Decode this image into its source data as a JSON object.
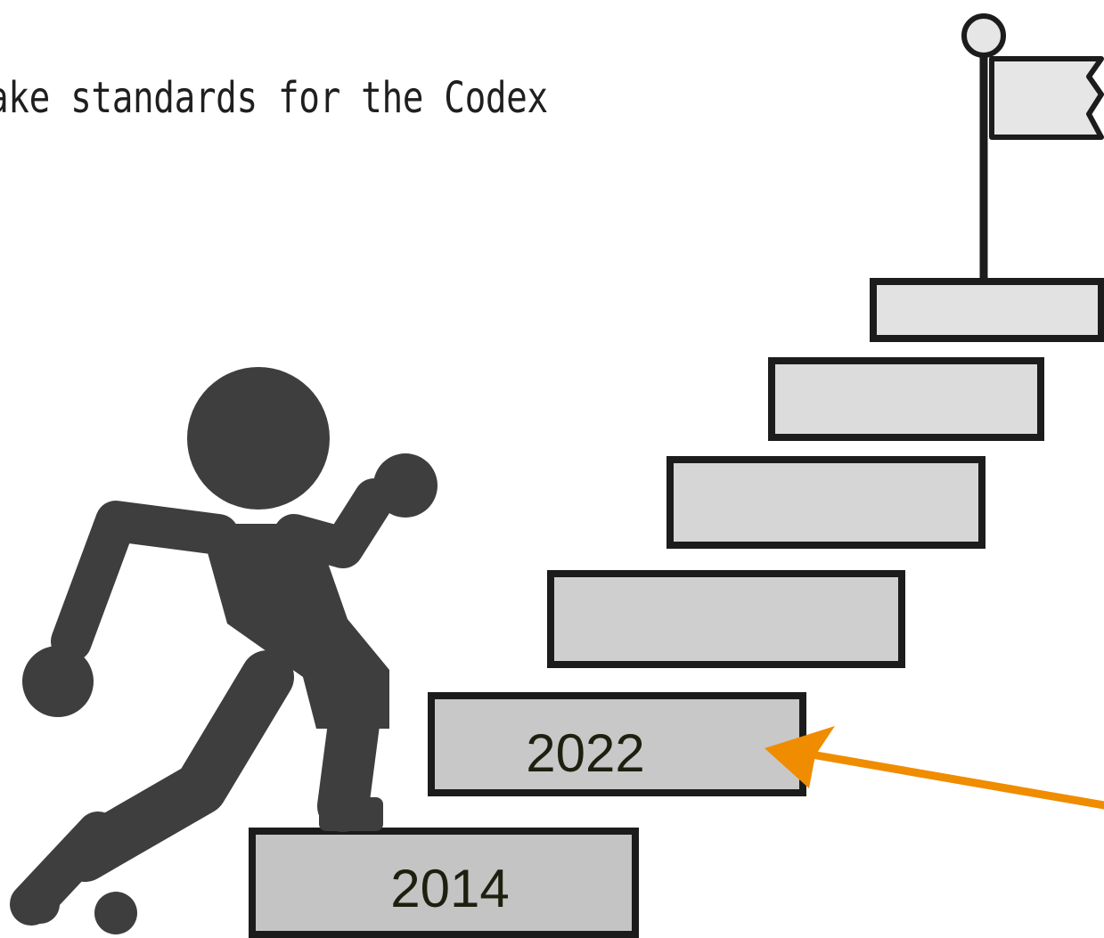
{
  "heading": "ake standards for the Codex",
  "steps": [
    {
      "label": "2014"
    },
    {
      "label": "2022"
    },
    {
      "label": ""
    },
    {
      "label": ""
    },
    {
      "label": ""
    },
    {
      "label": ""
    }
  ],
  "colors": {
    "figure": "#3e3e3e",
    "step_border": "#1c1c1c",
    "step_fill_low": "#c4c4c4",
    "step_fill_high": "#e2e2e2",
    "arrow": "#f08c00",
    "flag": "#e6e6e6"
  }
}
